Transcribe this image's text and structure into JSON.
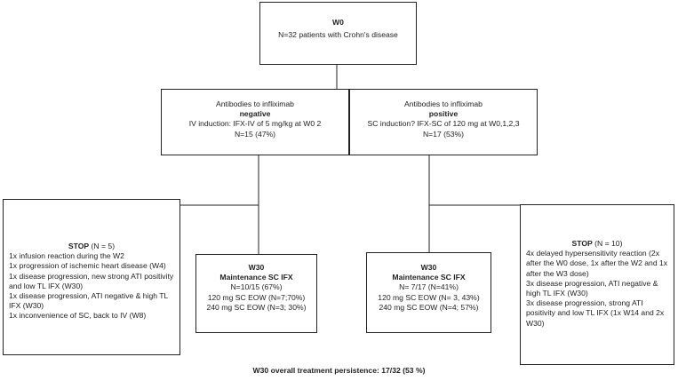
{
  "w0": {
    "title": "W0",
    "subtitle": "N=32 patients with Crohn's disease"
  },
  "negative": {
    "line1": "Antibodies to infliximab",
    "status": "negative",
    "line3": "IV induction: IFX-IV of 5 mg/kg at W0 2",
    "line4": "N=15 (47%)"
  },
  "positive": {
    "line1": "Antibodies to infliximab",
    "status": "positive",
    "line3": "SC induction? IFX-SC of 120 mg at W0,1,2,3",
    "line4": "N=17 (53%)"
  },
  "stop_left": {
    "title": "STOP",
    "count": " (N = 5)",
    "items": [
      "1x infusion reaction during the W2",
      "1x progression of ischemic heart disease (W4)",
      "1x disease progression, new strong ATI positivity and  low TL IFX (W30)",
      "1x disease progression, ATI negative & high TL IFX (W30)",
      "1x inconvenience of SC, back to IV (W8)"
    ]
  },
  "w30_left": {
    "title": "W30",
    "subtitle": "Maintenance SC IFX",
    "lines": [
      "N=10/15 (67%)",
      "120 mg SC EOW (N=7;70%)",
      "240 mg SC EOW (N=3; 30%)"
    ]
  },
  "w30_right": {
    "title": "W30",
    "subtitle": "Maintenance SC IFX",
    "lines": [
      "N= 7/17 (N=41%)",
      "120 mg SC EOW (N= 3, 43%)",
      "240 mg SC EOW (N=4; 57%)"
    ]
  },
  "stop_right": {
    "title": "STOP",
    "count": " (N = 10)",
    "items": [
      "4x delayed hypersensitivity reaction  (2x after the  W0 dose, 1x after the W2 and 1x after the W3 dose)",
      "3x disease progression, ATI negative & high TL IFX (W30)",
      "3x disease progression, strong ATI positivity and low TL IFX (1x W14 and 2x W30)"
    ]
  },
  "persistence": {
    "label": "W30 overall treatment persistence:",
    "value": "17/32 (53 %)"
  }
}
